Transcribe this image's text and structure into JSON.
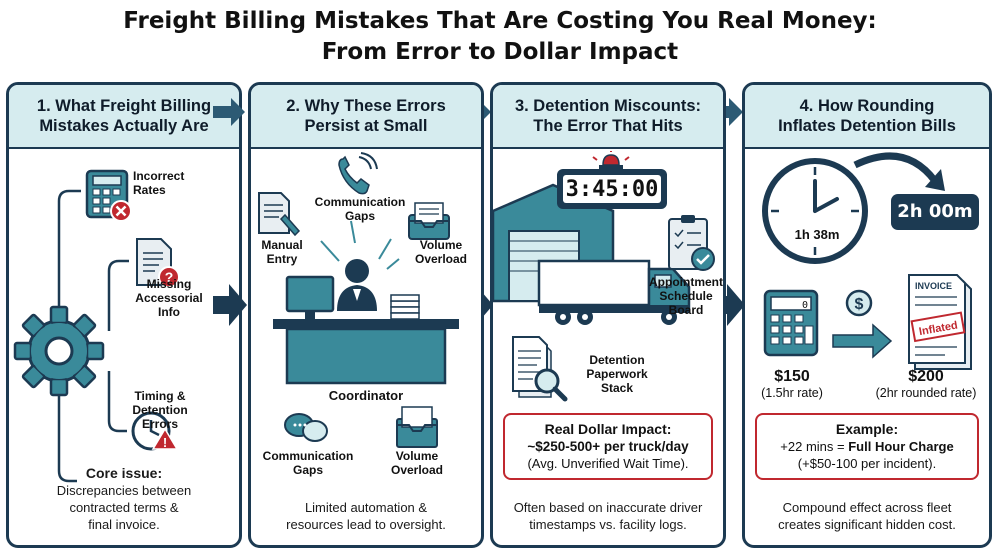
{
  "title": {
    "line1": "Freight Billing Mistakes That Are Costing You Real Money:",
    "line2": "From Error to Dollar Impact"
  },
  "colors": {
    "navy": "#1c3a52",
    "teal": "#3a8a9a",
    "header_bg": "#d6ecef",
    "alert_red": "#c0282f"
  },
  "panels": [
    {
      "heading_l1": "1. What Freight Billing",
      "heading_l2": "Mistakes Actually Are",
      "items": [
        "Incorrect\nRates",
        "Missing\nAccessorial\nInfo",
        "Timing &\nDetention\nErrors"
      ],
      "item_lines": [
        [
          "Incorrect",
          "Rates"
        ],
        [
          "Missing",
          "Accessorial",
          "Info"
        ],
        [
          "Timing &",
          "Detention",
          "Errors"
        ]
      ],
      "icons": [
        "gear-icon",
        "calculator-error-icon",
        "document-question-icon",
        "clock-alert-icon"
      ],
      "footer_bold": "Core issue:",
      "footer_lines": [
        "Discrepancies between",
        "contracted terms &",
        "final invoice."
      ]
    },
    {
      "heading_l1": "2. Why These Errors",
      "heading_l2": "Persist at Small",
      "labels_top": {
        "phone": [
          "Communication",
          "Gaps"
        ],
        "manual": [
          "Manual",
          "Entry"
        ],
        "volume": [
          "Volume",
          "Overload"
        ]
      },
      "coordinator": "Coordinator",
      "labels_bottom": {
        "comm": [
          "Communication",
          "Gaps"
        ],
        "volume": [
          "Volume",
          "Overload"
        ]
      },
      "footer_lines": [
        "Limited automation &",
        "resources lead to oversight."
      ]
    },
    {
      "heading_l1": "3. Detention Miscounts:",
      "heading_l2": "The Error That Hits",
      "clock_display": "3:45:00",
      "board_label": [
        "Appointment",
        "Schedule",
        "Board"
      ],
      "paperwork_label": [
        "Detention",
        "Paperwork",
        "Stack"
      ],
      "impact": {
        "h": "Real Dollar Impact:",
        "l2": "~$250-500+ per truck/day",
        "l3": "(Avg. Unverified Wait Time)."
      },
      "footer_lines": [
        "Often based on inaccurate driver",
        "timestamps vs. facility logs."
      ]
    },
    {
      "heading_l1": "4. How Rounding",
      "heading_l2": "Inflates Detention Bills",
      "clock_label": "1h 38m",
      "rounded": "2h 00m",
      "calc_display": "0",
      "invoice_title": "INVOICE",
      "stamp": "Inflated",
      "price_left": "$150",
      "price_left_sub": "(1.5hr rate)",
      "price_right": "$200",
      "price_right_sub": "(2hr rounded rate)",
      "impact": {
        "h": "Example:",
        "l2_pre": "+22 mins = ",
        "l2_bold": "Full Hour Charge",
        "l3": "(+$50-100 per incident)."
      },
      "footer_lines": [
        "Compound effect across fleet",
        "creates significant hidden cost."
      ]
    }
  ]
}
